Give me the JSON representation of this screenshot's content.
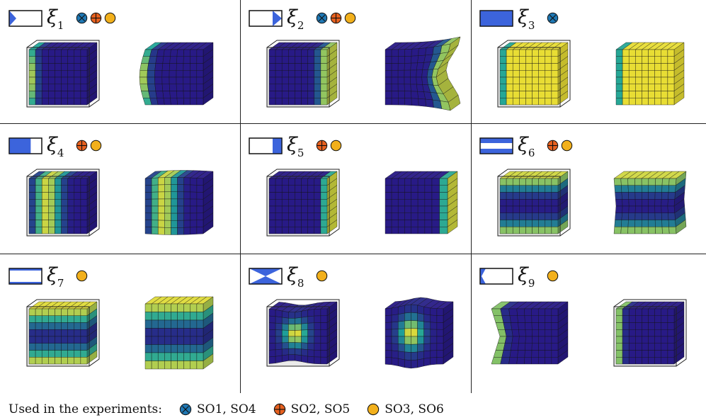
{
  "colors": {
    "blue": "#3c64dc",
    "navy": "#281a86",
    "yellow": "#f5e12e",
    "so1": "#1f78b4",
    "so2": "#e8611f",
    "so3": "#f2b01c"
  },
  "footer": {
    "lead": "Used in the experiments:",
    "legend": [
      {
        "icon": "cross-circle-icon",
        "label": "SO1, SO4"
      },
      {
        "icon": "plus-circle-icon",
        "label": "SO2, SO5"
      },
      {
        "icon": "filled-circle-icon",
        "label": "SO3, SO6"
      }
    ]
  },
  "cells": [
    {
      "sym": "ξ",
      "idx": "1",
      "indicator": "left-triangle",
      "badges": [
        "cross",
        "plus",
        "dot"
      ],
      "left": "static-left-band",
      "right": "deform-left-pinch"
    },
    {
      "sym": "ξ",
      "idx": "2",
      "indicator": "right-triangle",
      "badges": [
        "cross",
        "plus",
        "dot"
      ],
      "left": "static-right-band",
      "right": "deform-right-flare"
    },
    {
      "sym": "ξ",
      "idx": "3",
      "indicator": "full-rect",
      "badges": [
        "cross"
      ],
      "left": "static-full-yellow",
      "right": "deform-full-yellow"
    },
    {
      "sym": "ξ",
      "idx": "4",
      "indicator": "left-half",
      "badges": [
        "plus",
        "dot"
      ],
      "left": "static-left-gradient",
      "right": "deform-left-gradient"
    },
    {
      "sym": "ξ",
      "idx": "5",
      "indicator": "right-strip",
      "badges": [
        "plus",
        "dot"
      ],
      "left": "static-right-strip",
      "right": "deform-right-strip"
    },
    {
      "sym": "ξ",
      "idx": "6",
      "indicator": "top-bottom-bands",
      "badges": [
        "plus",
        "dot"
      ],
      "left": "static-top-bottom",
      "right": "deform-top-bottom"
    },
    {
      "sym": "ξ",
      "idx": "7",
      "indicator": "top-bottom-thin",
      "badges": [
        "dot"
      ],
      "left": "static-horizontal-bands",
      "right": "deform-horizontal-bands"
    },
    {
      "sym": "ξ",
      "idx": "8",
      "indicator": "bowtie",
      "badges": [
        "dot"
      ],
      "left": "static-center-pinch",
      "right": "deform-center-bulge"
    },
    {
      "sym": "ξ",
      "idx": "9",
      "indicator": "left-notch",
      "badges": [
        "dot"
      ],
      "left": "static-left-flare",
      "right": "deform-left-inset"
    }
  ]
}
